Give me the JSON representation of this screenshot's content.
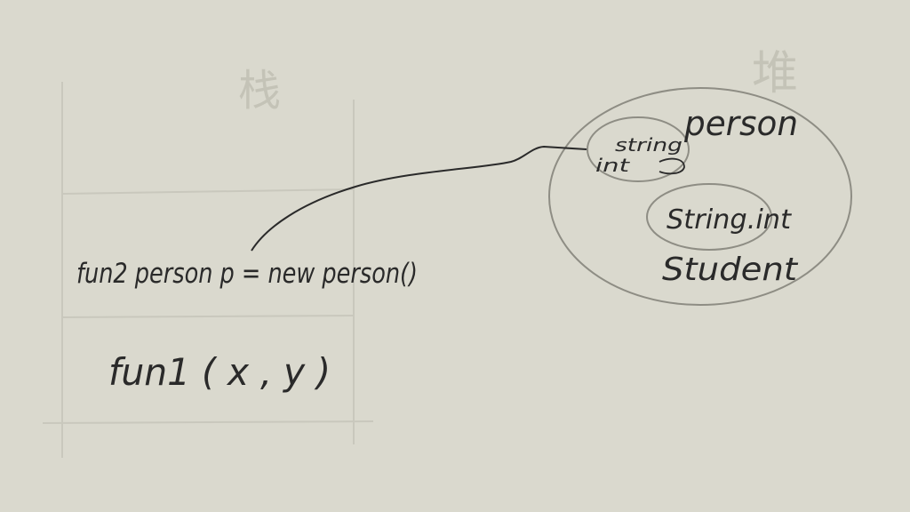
{
  "stack": {
    "title": "栈",
    "frames": [
      {
        "label": "fun2 person p = new person()"
      },
      {
        "label": "fun1 ( x , y )"
      }
    ]
  },
  "heap": {
    "title": "堆",
    "outer_label": "person",
    "inner_top_label_1": "string",
    "inner_top_label_2": "int",
    "inner_bottom_label": "String.int",
    "bottom_label": "Student"
  },
  "colors": {
    "background": "#dad9ce",
    "ink": "#2a2a2a",
    "faint_line": "#c9c8bd",
    "circle_line": "#8e8d84"
  }
}
